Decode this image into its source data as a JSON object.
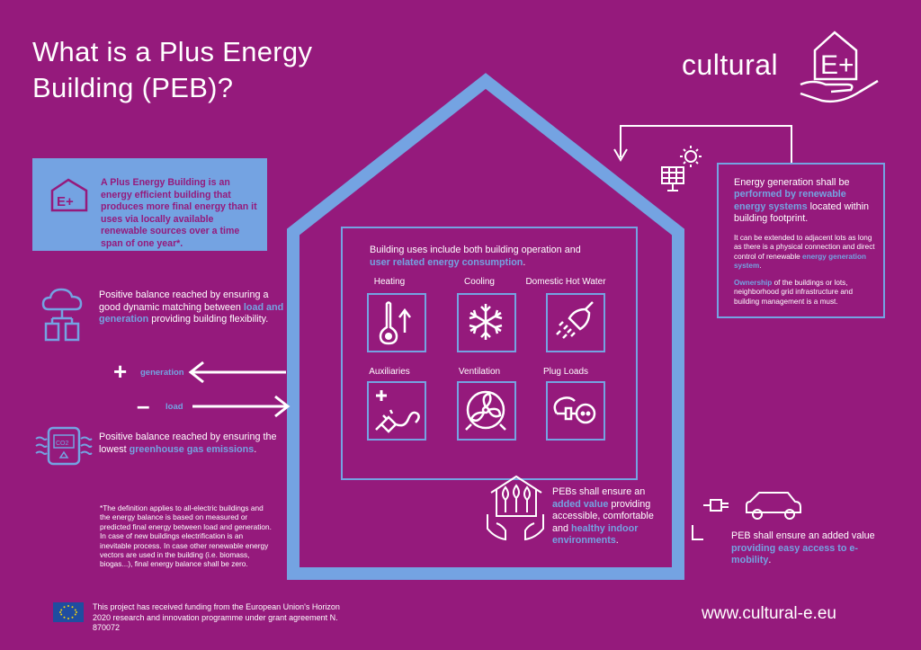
{
  "title": {
    "line1": "What is a Plus Energy",
    "line2": "Building (PEB)?"
  },
  "logo": {
    "text": "cultural",
    "mark": "E+",
    "icon": "house-hand-icon"
  },
  "definition": {
    "text": "A Plus Energy Building is an energy efficient building that produces more final energy than it uses via locally available renewable sources over a time span of one year*."
  },
  "balance": {
    "text_before": "Positive balance reached by ensuring a good dynamic matching between ",
    "text_highlight": "load and generation",
    "text_after": " providing building flexibility.",
    "icon": "cloud-network-icon"
  },
  "flow": {
    "generation_label": "generation",
    "load_label": "load",
    "plus": "+",
    "minus": "–"
  },
  "emissions": {
    "text_before": "Positive balance reached by ensuring the lowest ",
    "text_highlight": "greenhouse gas emissions",
    "text_after": ".",
    "icon": "co2-sensor-icon",
    "co2": "CO2"
  },
  "footnote": "*The definition applies to all-electric buildings and the energy balance is based on measured or predicted final energy between load and generation. In case of new buildings electrification is an inevitable process. In case other renewable energy vectors are used in the building (i.e. biomass, biogas...), final energy balance shall be zero.",
  "uses": {
    "intro_before": "Building uses include both building operation and ",
    "intro_highlight": "user related energy consumption",
    "intro_after": ".",
    "items": [
      {
        "label": "Heating",
        "icon": "thermometer-icon"
      },
      {
        "label": "Cooling",
        "icon": "snowflake-icon"
      },
      {
        "label": "Domestic Hot Water",
        "icon": "shower-icon"
      },
      {
        "label": "Auxiliaries",
        "icon": "plug-plus-icon"
      },
      {
        "label": "Ventilation",
        "icon": "fan-icon"
      },
      {
        "label": "Plug Loads",
        "icon": "socket-icon"
      }
    ]
  },
  "generation": {
    "p1_before": "Energy generation shall be ",
    "p1_highlight": "performed by renewable energy systems",
    "p1_after": " located within building footprint.",
    "p2_before": "It can be extended to adjacent lots as long as there is a physical connection and direct control of renewable ",
    "p2_highlight": "energy generation system",
    "p2_after": ".",
    "p3_highlight": "Ownership",
    "p3_after": " of the buildings or lots, neighborhood grid infrastructure and building management is a must.",
    "icon": "solar-panel-icon"
  },
  "indoor": {
    "before": "PEBs shall ensure an ",
    "highlight1": "added value",
    "middle": " providing accessible, comfortable and ",
    "highlight2": "healthy indoor environments",
    "after": ".",
    "icon": "hands-house-icon"
  },
  "mobility": {
    "before": "PEB shall ensure an added value ",
    "highlight": "providing easy access to e-mobility",
    "after": ".",
    "icon": "electric-car-icon"
  },
  "footer": {
    "funding": "This project has received funding from the European Union's Horizon 2020 research and innovation programme under grant agreement N. 870072",
    "url": "www.cultural-e.eu",
    "flag": "eu-flag-icon"
  },
  "colors": {
    "background": "#951a7c",
    "accent": "#74a3e2",
    "text": "#ffffff"
  }
}
